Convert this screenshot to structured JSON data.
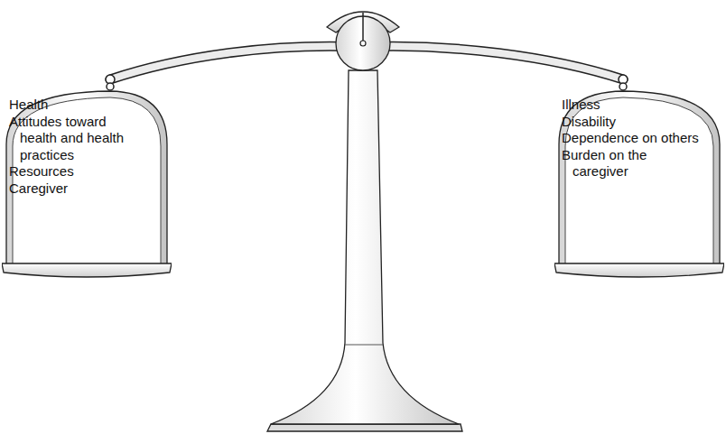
{
  "diagram": {
    "nodes": [
      {
        "text": [
          "Health",
          "Attitudes toward health and health practices",
          "Resources",
          "Caregiver"
        ]
      },
      {
        "text": [
          "Illness",
          "Disability",
          "Dependence on others",
          "Burden on the caregiver"
        ]
      }
    ]
  }
}
